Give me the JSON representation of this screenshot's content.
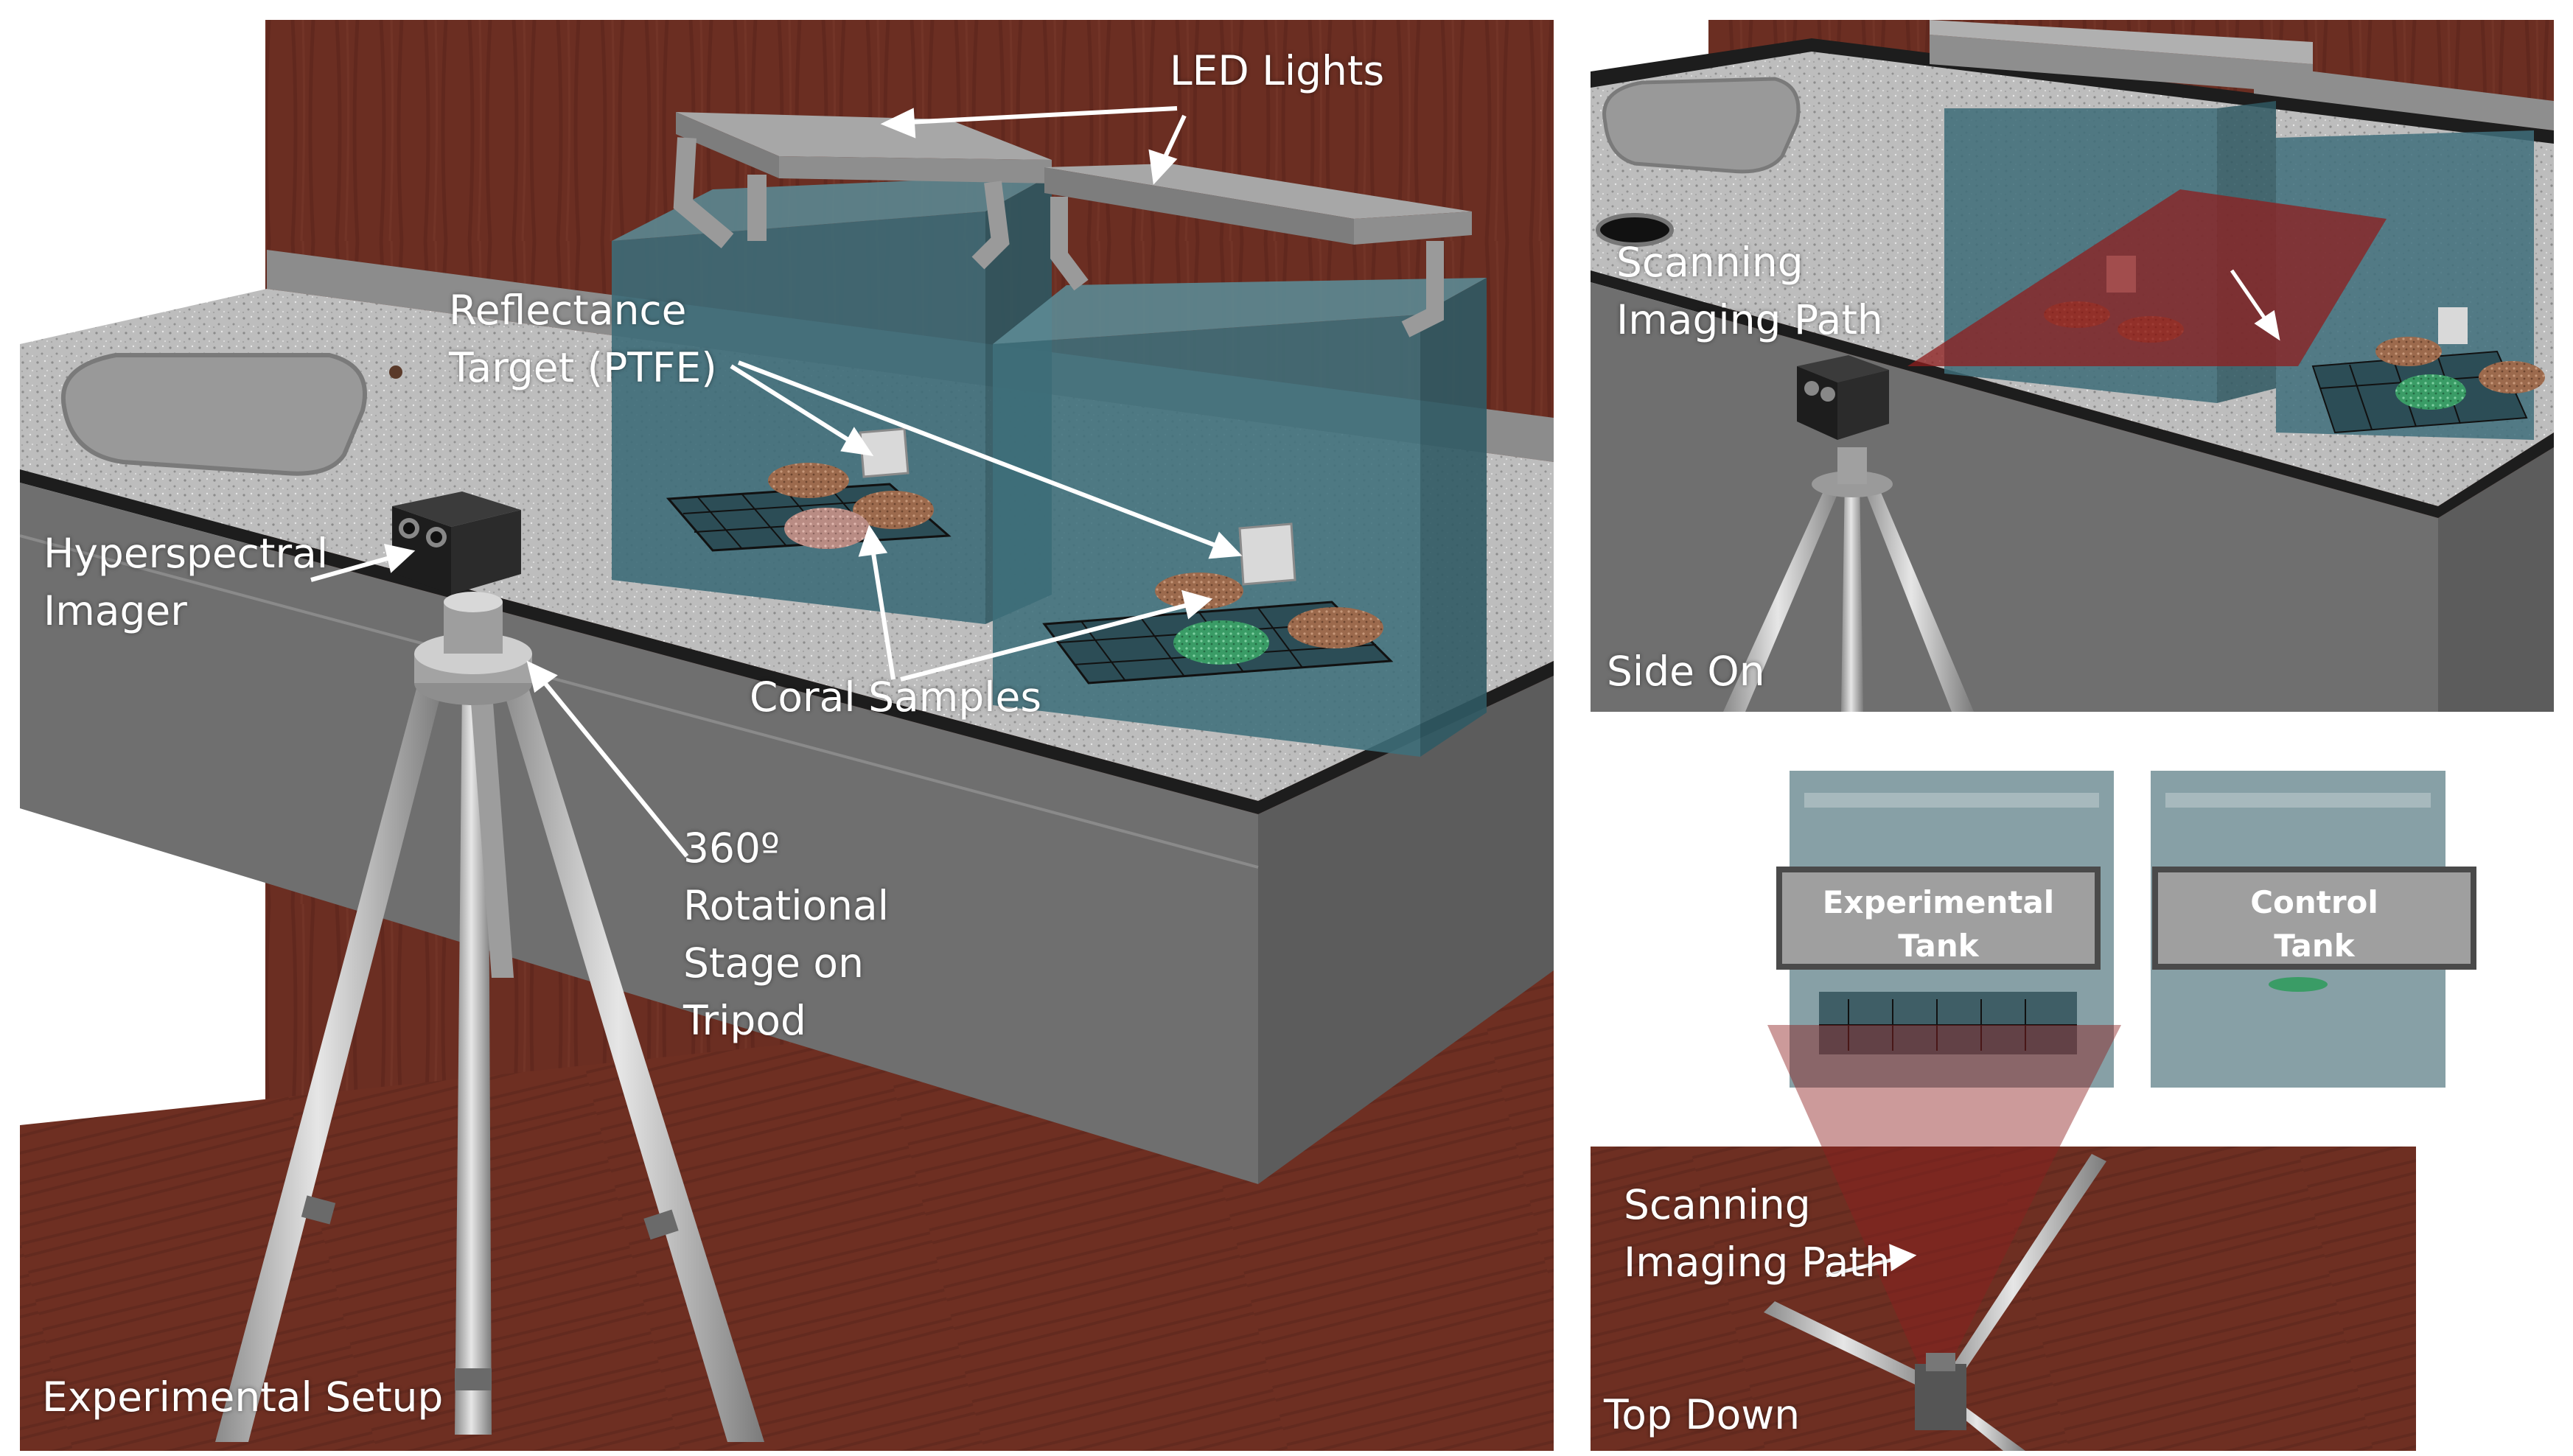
{
  "panels": {
    "main": {
      "caption": "Experimental Setup",
      "labels": {
        "led_lights": "LED Lights",
        "reflectance_target": "Reflectance\nTarget (PTFE)",
        "hyperspectral_imager": "Hyperspectral\nImager",
        "coral_samples": "Coral Samples",
        "rotational_stage": "360º\nRotational\nStage on\nTripod"
      }
    },
    "side": {
      "caption": "Side On",
      "labels": {
        "scanning_path": "Scanning\nImaging Path"
      }
    },
    "top": {
      "caption": "Top Down",
      "labels": {
        "scanning_path": "Scanning\nImaging Path",
        "experimental_tank": "Experimental\nTank",
        "control_tank": "Control\nTank"
      }
    }
  },
  "colors": {
    "wood": "#6b2e22",
    "counter": "#6f6f6f",
    "granite": "#b9b9b9",
    "tank_glass": "#3d6c78",
    "scan_path": "#8f1e1e",
    "coral_brown": "#9a6a4e",
    "coral_green": "#3a9c66",
    "annotation": "#ffffff"
  }
}
